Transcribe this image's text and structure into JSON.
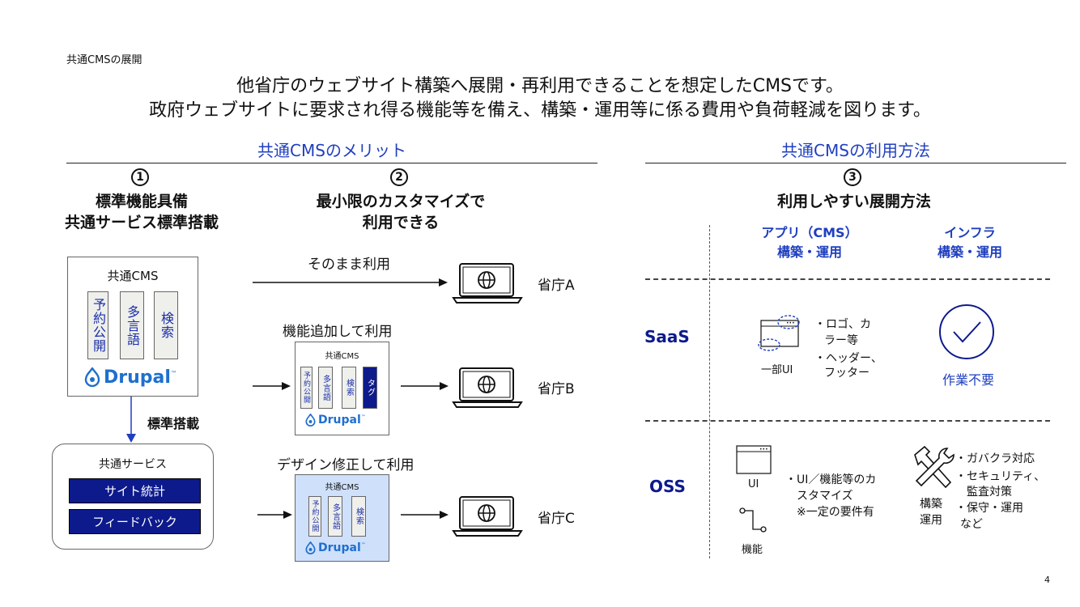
{
  "header": {
    "section": "共通CMSの展開",
    "lead1": "他省庁のウェブサイト構築へ展開・再利用できることを想定したCMSです。",
    "lead2": "政府ウェブサイトに要求され得る機能等を備え、構築・運用等に係る費用や負荷軽減を図ります。"
  },
  "merit": {
    "heading": "共通CMSのメリット",
    "col1": {
      "num": "1",
      "title1": "標準機能具備",
      "title2": "共通サービス標準搭載"
    },
    "col2": {
      "num": "2",
      "title1": "最小限のカスタマイズで",
      "title2": "利用できる"
    }
  },
  "usage": {
    "heading": "共通CMSの利用方法",
    "num": "3",
    "title": "利用しやすい展開方法",
    "col_app1": "アプリ（CMS）",
    "col_app2": "構築・運用",
    "col_infra1": "インフラ",
    "col_infra2": "構築・運用",
    "saas": {
      "label": "SaaS",
      "partial_ui": "一部UI",
      "bullet1a": "・ロゴ、カ",
      "bullet1b": "ラー等",
      "bullet2a": "・ヘッダー、",
      "bullet2b": "フッター",
      "infra": "作業不要"
    },
    "oss": {
      "label": "OSS",
      "ui_label": "UI",
      "func_label": "機能",
      "bullet1a": "・UI／機能等のカ",
      "bullet1b": "スタマイズ",
      "bullet1c": "※一定の要件有",
      "tools1": "構築",
      "tools2": "運用",
      "infra1": "・ガバクラ対応",
      "infra2": "・セキュリティ、",
      "infra3": "監査対策",
      "infra4": "・保守・運用",
      "infra5": "など"
    }
  },
  "cms": {
    "title": "共通CMS",
    "feature_reserve": "予約公開",
    "feature_multilang": "多言語",
    "feature_search": "検索",
    "feature_tag": "タグ",
    "logo": "Drupal",
    "logo_tm": "™"
  },
  "standard": {
    "arrow_label": "標準搭載",
    "common_service": "共通サービス",
    "site_stats": "サイト統計",
    "feedback": "フィードバック"
  },
  "flows": {
    "as_is": "そのまま利用",
    "add_feature": "機能追加して利用",
    "design_mod": "デザイン修正して利用",
    "ministry_a": "省庁A",
    "ministry_b": "省庁B",
    "ministry_c": "省庁C"
  },
  "page_number": "4",
  "colors": {
    "accent_blue": "#1f3fbf",
    "navy": "#0d1a8c",
    "light_blue_box": "#cfe0fb"
  }
}
